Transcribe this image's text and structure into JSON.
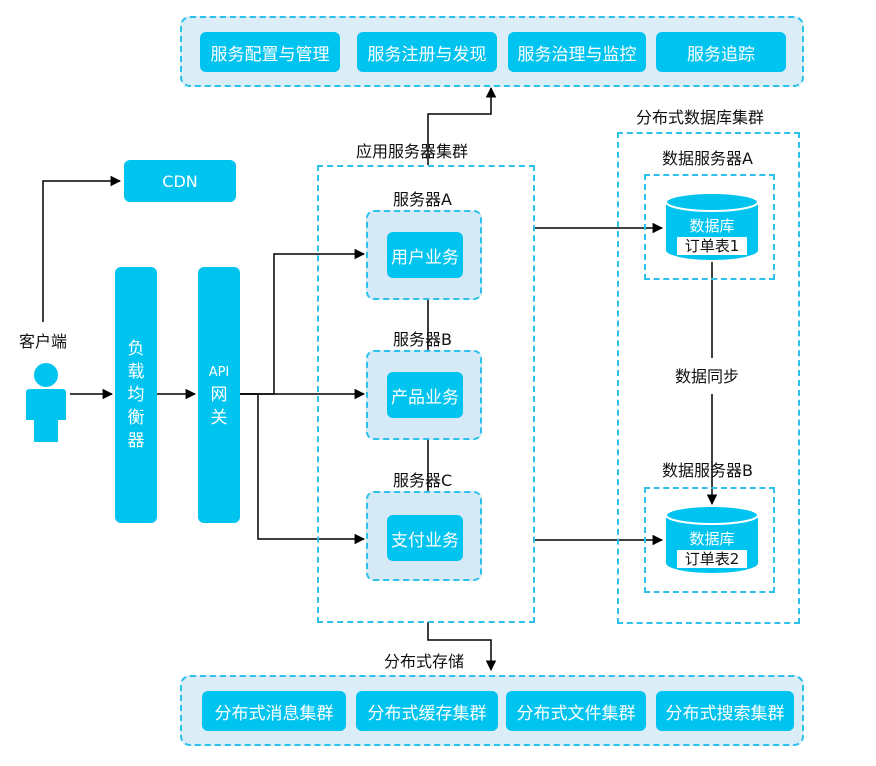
{
  "top_services": [
    "服务配置与管理",
    "服务注册与发现",
    "服务治理与监控",
    "服务追踪"
  ],
  "cdn": "CDN",
  "client_label": "客户端",
  "load_balancer": [
    "负",
    "载",
    "均",
    "衡",
    "器"
  ],
  "api_gateway": [
    "API",
    "网",
    "关"
  ],
  "app_cluster_label": "应用服务器集群",
  "servers": [
    {
      "name": "服务器A",
      "service": "用户业务"
    },
    {
      "name": "服务器B",
      "service": "产品业务"
    },
    {
      "name": "服务器C",
      "service": "支付业务"
    }
  ],
  "db_cluster_label": "分布式数据库集群",
  "db_servers": [
    {
      "name": "数据服务器A",
      "db": "数据库",
      "table": "订单表1"
    },
    {
      "name": "数据服务器B",
      "db": "数据库",
      "table": "订单表2"
    }
  ],
  "sync_label": "数据同步",
  "storage_label": "分布式存储",
  "bottom_services": [
    "分布式消息集群",
    "分布式缓存集群",
    "分布式文件集群",
    "分布式搜索集群"
  ],
  "colors": {
    "accent": "#00c4f0",
    "panel_bg": "#dbedf7",
    "dashed": "#2cc1ea",
    "line": "#000000"
  }
}
